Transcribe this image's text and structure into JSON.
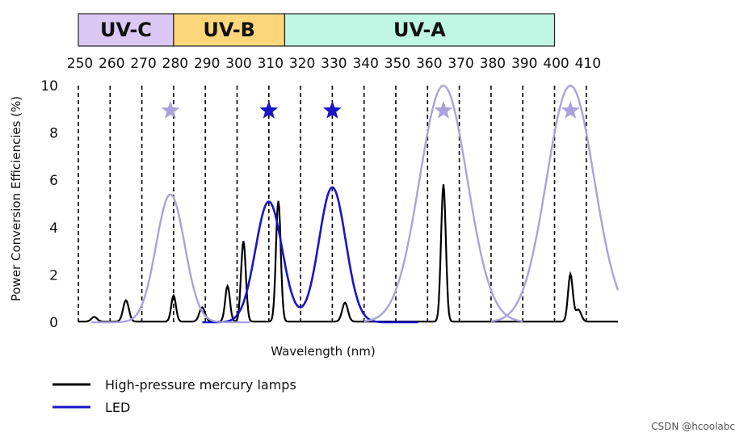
{
  "credit": "CSDN @hcoolabc",
  "chart_data": {
    "type": "line",
    "xlabel": "Wavelength (nm)",
    "ylabel": "Power Conversion Efficiencies (%)",
    "xlim": [
      250,
      420
    ],
    "ylim": [
      0,
      10
    ],
    "x_ticks": [
      250,
      260,
      270,
      280,
      290,
      300,
      310,
      320,
      330,
      340,
      350,
      360,
      370,
      380,
      390,
      400,
      410
    ],
    "y_ticks": [
      0,
      2,
      4,
      6,
      8,
      10
    ],
    "dashed_gridlines_x": [
      250,
      260,
      270,
      280,
      290,
      300,
      310,
      320,
      330,
      340,
      350,
      360,
      370,
      380,
      390,
      400,
      410
    ],
    "uv_bands": [
      {
        "label": "UV-C",
        "from": 250,
        "to": 280,
        "color": "#dcc8f4"
      },
      {
        "label": "UV-B",
        "from": 280,
        "to": 315,
        "color": "#fcd77a"
      },
      {
        "label": "UV-A",
        "from": 315,
        "to": 400,
        "color": "#bff7e4"
      }
    ],
    "legend": [
      {
        "label": "High-pressure mercury lamps",
        "color": "#000000"
      },
      {
        "label": "LED",
        "color": "#1a14c9"
      }
    ],
    "series": [
      {
        "name": "High-pressure mercury lamps",
        "color": "#000000",
        "style": "solid",
        "peaks": [
          {
            "x": 255,
            "y": 0.2
          },
          {
            "x": 265,
            "y": 0.9
          },
          {
            "x": 280,
            "y": 1.1
          },
          {
            "x": 289,
            "y": 0.6
          },
          {
            "x": 297,
            "y": 1.5
          },
          {
            "x": 302,
            "y": 3.4
          },
          {
            "x": 313,
            "y": 5.1
          },
          {
            "x": 334,
            "y": 0.8
          },
          {
            "x": 365,
            "y": 5.8
          },
          {
            "x": 405,
            "y": 2.0
          },
          {
            "x": 407.5,
            "y": 0.5
          }
        ]
      },
      {
        "name": "LED",
        "color": "#1a14c9",
        "style": "solid",
        "peaks": [
          {
            "x": 310,
            "y": 5.1
          },
          {
            "x": 330,
            "y": 5.7
          }
        ],
        "stars": [
          310,
          330
        ],
        "star_color": "#1a14c9"
      },
      {
        "name": "",
        "color": "#a9a3dc",
        "style": "solid",
        "peaks": [
          {
            "x": 279,
            "y": 5.4
          },
          {
            "x": 365,
            "y": 10
          },
          {
            "x": 405,
            "y": 10
          }
        ],
        "stars": [
          279,
          365,
          405
        ],
        "star_color": "#a9a3dc"
      }
    ]
  }
}
